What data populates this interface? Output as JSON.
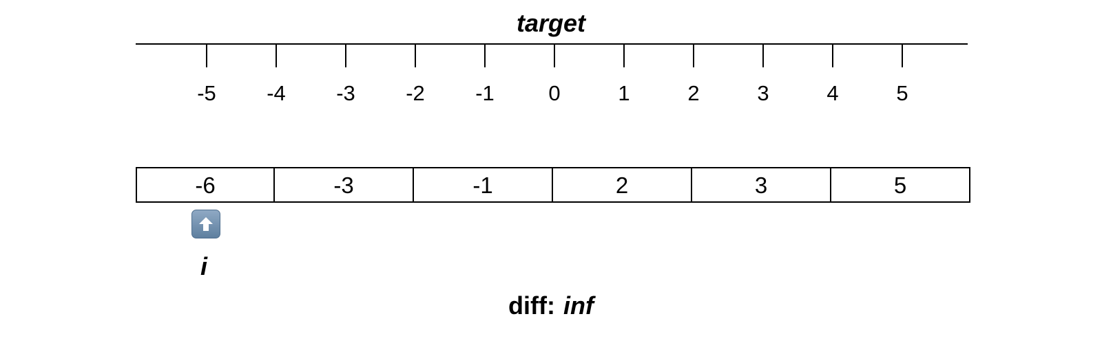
{
  "target_label": "target",
  "number_line": {
    "ticks": [
      -5,
      -4,
      -3,
      -2,
      -1,
      0,
      1,
      2,
      3,
      4,
      5
    ]
  },
  "array": {
    "values": [
      -6,
      -3,
      -1,
      2,
      3,
      5
    ]
  },
  "pointer": {
    "label": "i",
    "index": 0,
    "icon": "up-arrow-icon"
  },
  "diff": {
    "label": "diff:",
    "value": "inf"
  }
}
